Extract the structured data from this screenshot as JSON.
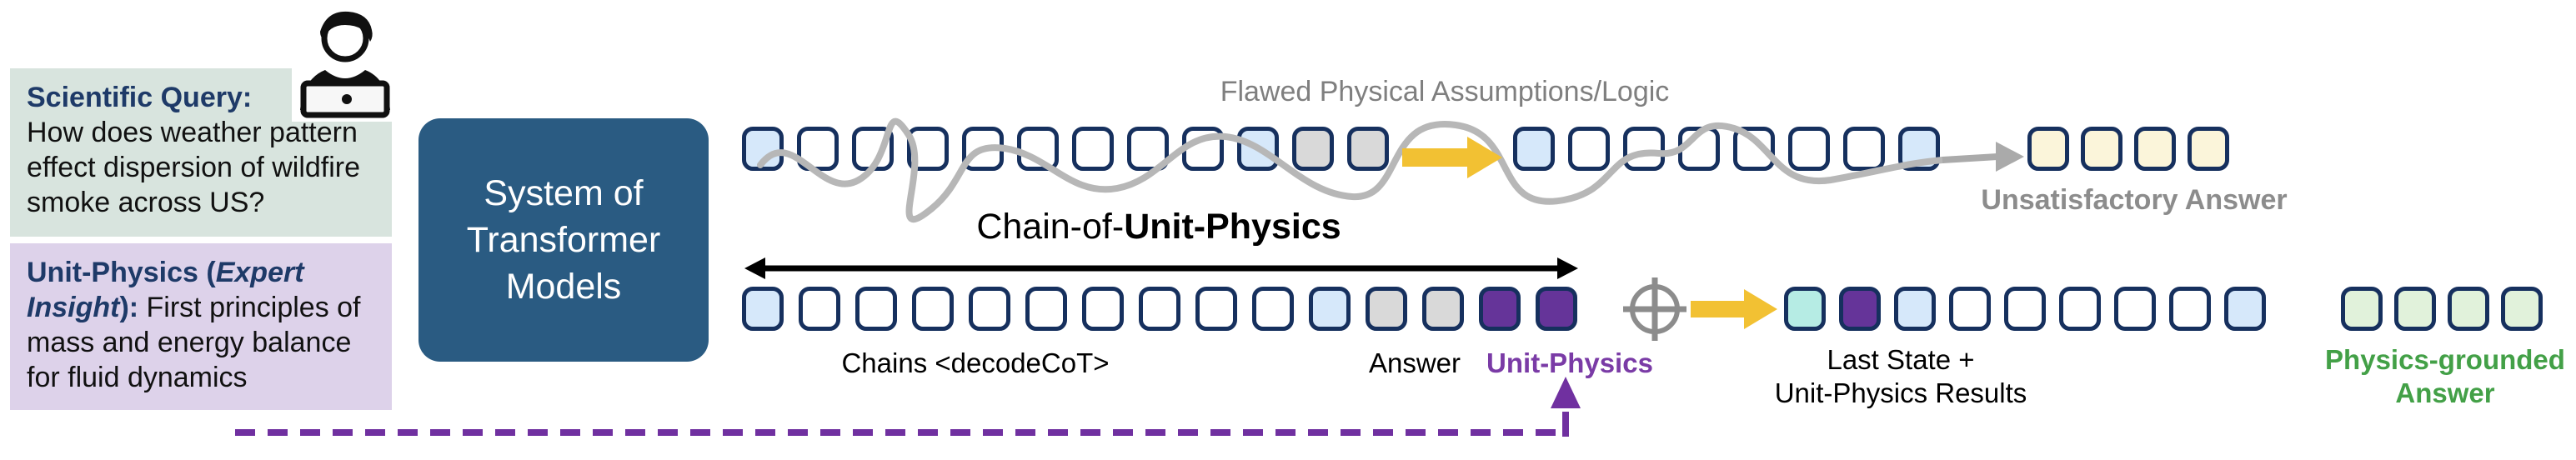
{
  "colors": {
    "token_border": "#16305e",
    "token_blue": "#d6e8fa",
    "token_white": "#ffffff",
    "token_gray": "#d9d9d9",
    "token_purple": "#653499",
    "token_teal": "#b6ece4",
    "token_cream": "#fbf5da",
    "token_green": "#e1f2db",
    "accent_yellow": "#f2c133",
    "accent_gray_line": "#b7b7b7",
    "accent_purple": "#7030a0",
    "panel_query_bg": "#d8e4de",
    "panel_insight_bg": "#ddd2ea",
    "heading_navy": "#1e3a68",
    "system_box_bg": "#2a5b82",
    "label_gray": "#8c8c8c",
    "label_green": "#43a047",
    "label_purple": "#7a3ba6"
  },
  "query_panel": {
    "title": "Scientific Query:",
    "body": "How does weather pattern effect dispersion of wildfire smoke across US?"
  },
  "insight_panel": {
    "title_part1": "Unit-Physics (",
    "title_italic": "Expert Insight",
    "title_part2": "):",
    "body": " First principles of mass and energy balance for fluid dynamics"
  },
  "system_box": {
    "label": "System of Transformer Models"
  },
  "top_flow": {
    "annotation": "Flawed Physical Assumptions/Logic",
    "chain1": [
      "blue",
      "white",
      "white",
      "white",
      "white",
      "white",
      "white",
      "white",
      "white",
      "blue",
      "gray",
      "gray"
    ],
    "chain2": [
      "blue",
      "white",
      "white",
      "white",
      "white",
      "white",
      "white",
      "blue"
    ],
    "answer_tokens": [
      "cream",
      "cream",
      "cream",
      "cream"
    ],
    "answer_label": "Unsatisfactory Answer"
  },
  "bottom_flow": {
    "title_regular": "Chain-of-",
    "title_bold": "Unit-Physics",
    "chain": [
      "blue",
      "white",
      "white",
      "white",
      "white",
      "white",
      "white",
      "white",
      "white",
      "white",
      "blue",
      "gray",
      "gray",
      "purple",
      "purple"
    ],
    "chains_label": "Chains <decodeCoT>",
    "answer_label": "Answer",
    "unit_physics_label": "Unit-Physics",
    "combined_chain": [
      "teal",
      "purple",
      "blue",
      "white",
      "white",
      "white",
      "white",
      "white",
      "blue"
    ],
    "combined_label_line1": "Last State +",
    "combined_label_line2": "Unit-Physics Results",
    "grounded_tokens": [
      "green",
      "green",
      "green",
      "green"
    ],
    "grounded_label_line1": "Physics-grounded",
    "grounded_label_line2": "Answer"
  }
}
